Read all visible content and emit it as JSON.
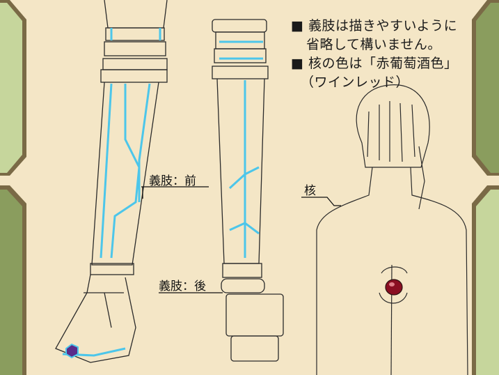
{
  "notes": {
    "bullet": "■",
    "note1_line1": "義肢は描きやすいように",
    "note1_line2": "省略して構いません。",
    "note2_line1": "核の色は「赤葡萄酒色」",
    "note2_line2": "（ワインレッド）"
  },
  "labels": {
    "prosthetic_front": "義肢：前",
    "prosthetic_back": "義肢：後",
    "core": "核"
  },
  "colors": {
    "background": "#f4e6c6",
    "frame_green": "#c6d69c",
    "frame_dark": "#8a9d5e",
    "frame_border": "#7a6a46",
    "accent_cyan": "#4cc6ea",
    "core_wine_red": "#8a0f22"
  }
}
